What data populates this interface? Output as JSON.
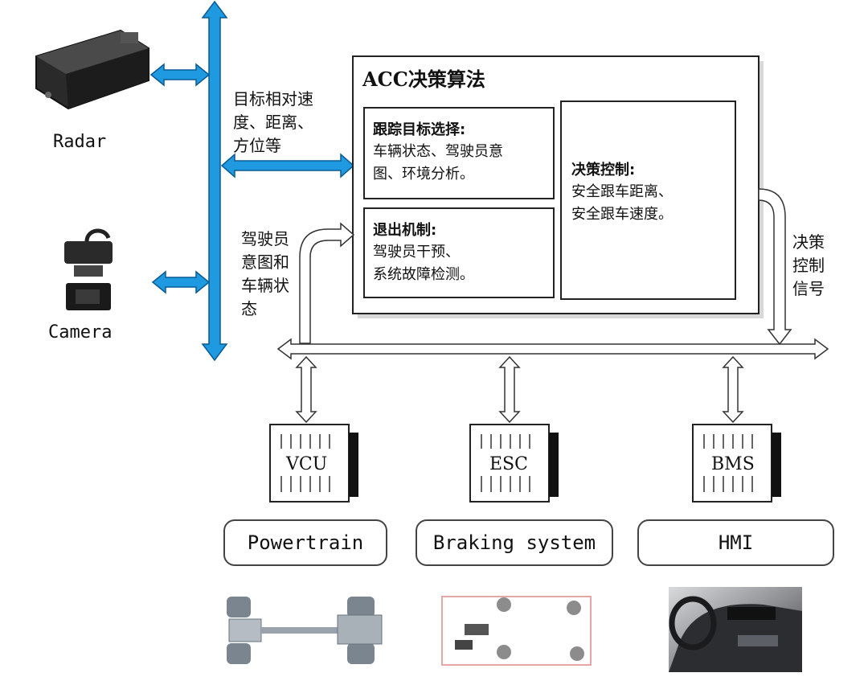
{
  "components": {
    "radar": "Radar",
    "camera": "Camera"
  },
  "bus_label_top": "目标相对速\n度、距离、\n方位等",
  "bus_label_mid": "驾驶员\n意图和\n车辆状\n态",
  "decision_signal_label": "决策\n控制\n信号",
  "acc": {
    "title": "ACC决策算法",
    "target_selection": {
      "heading": "跟踪目标选择:",
      "body": "车辆状态、驾驶员意\n图、环境分析。"
    },
    "exit_mechanism": {
      "heading": "退出机制:",
      "body": "驾驶员干预、\n系统故障检测。"
    },
    "decision_control": {
      "heading": "决策控制:",
      "body": "安全跟车距离、\n安全跟车速度。"
    }
  },
  "ecus": [
    {
      "name": "VCU",
      "system": "Powertrain"
    },
    {
      "name": "ESC",
      "system": "Braking system"
    },
    {
      "name": "BMS",
      "system": "HMI"
    }
  ],
  "colors": {
    "bus_blue": "#1f9ae0",
    "bus_blue_stroke": "#0a5a96",
    "outline": "#333333"
  }
}
